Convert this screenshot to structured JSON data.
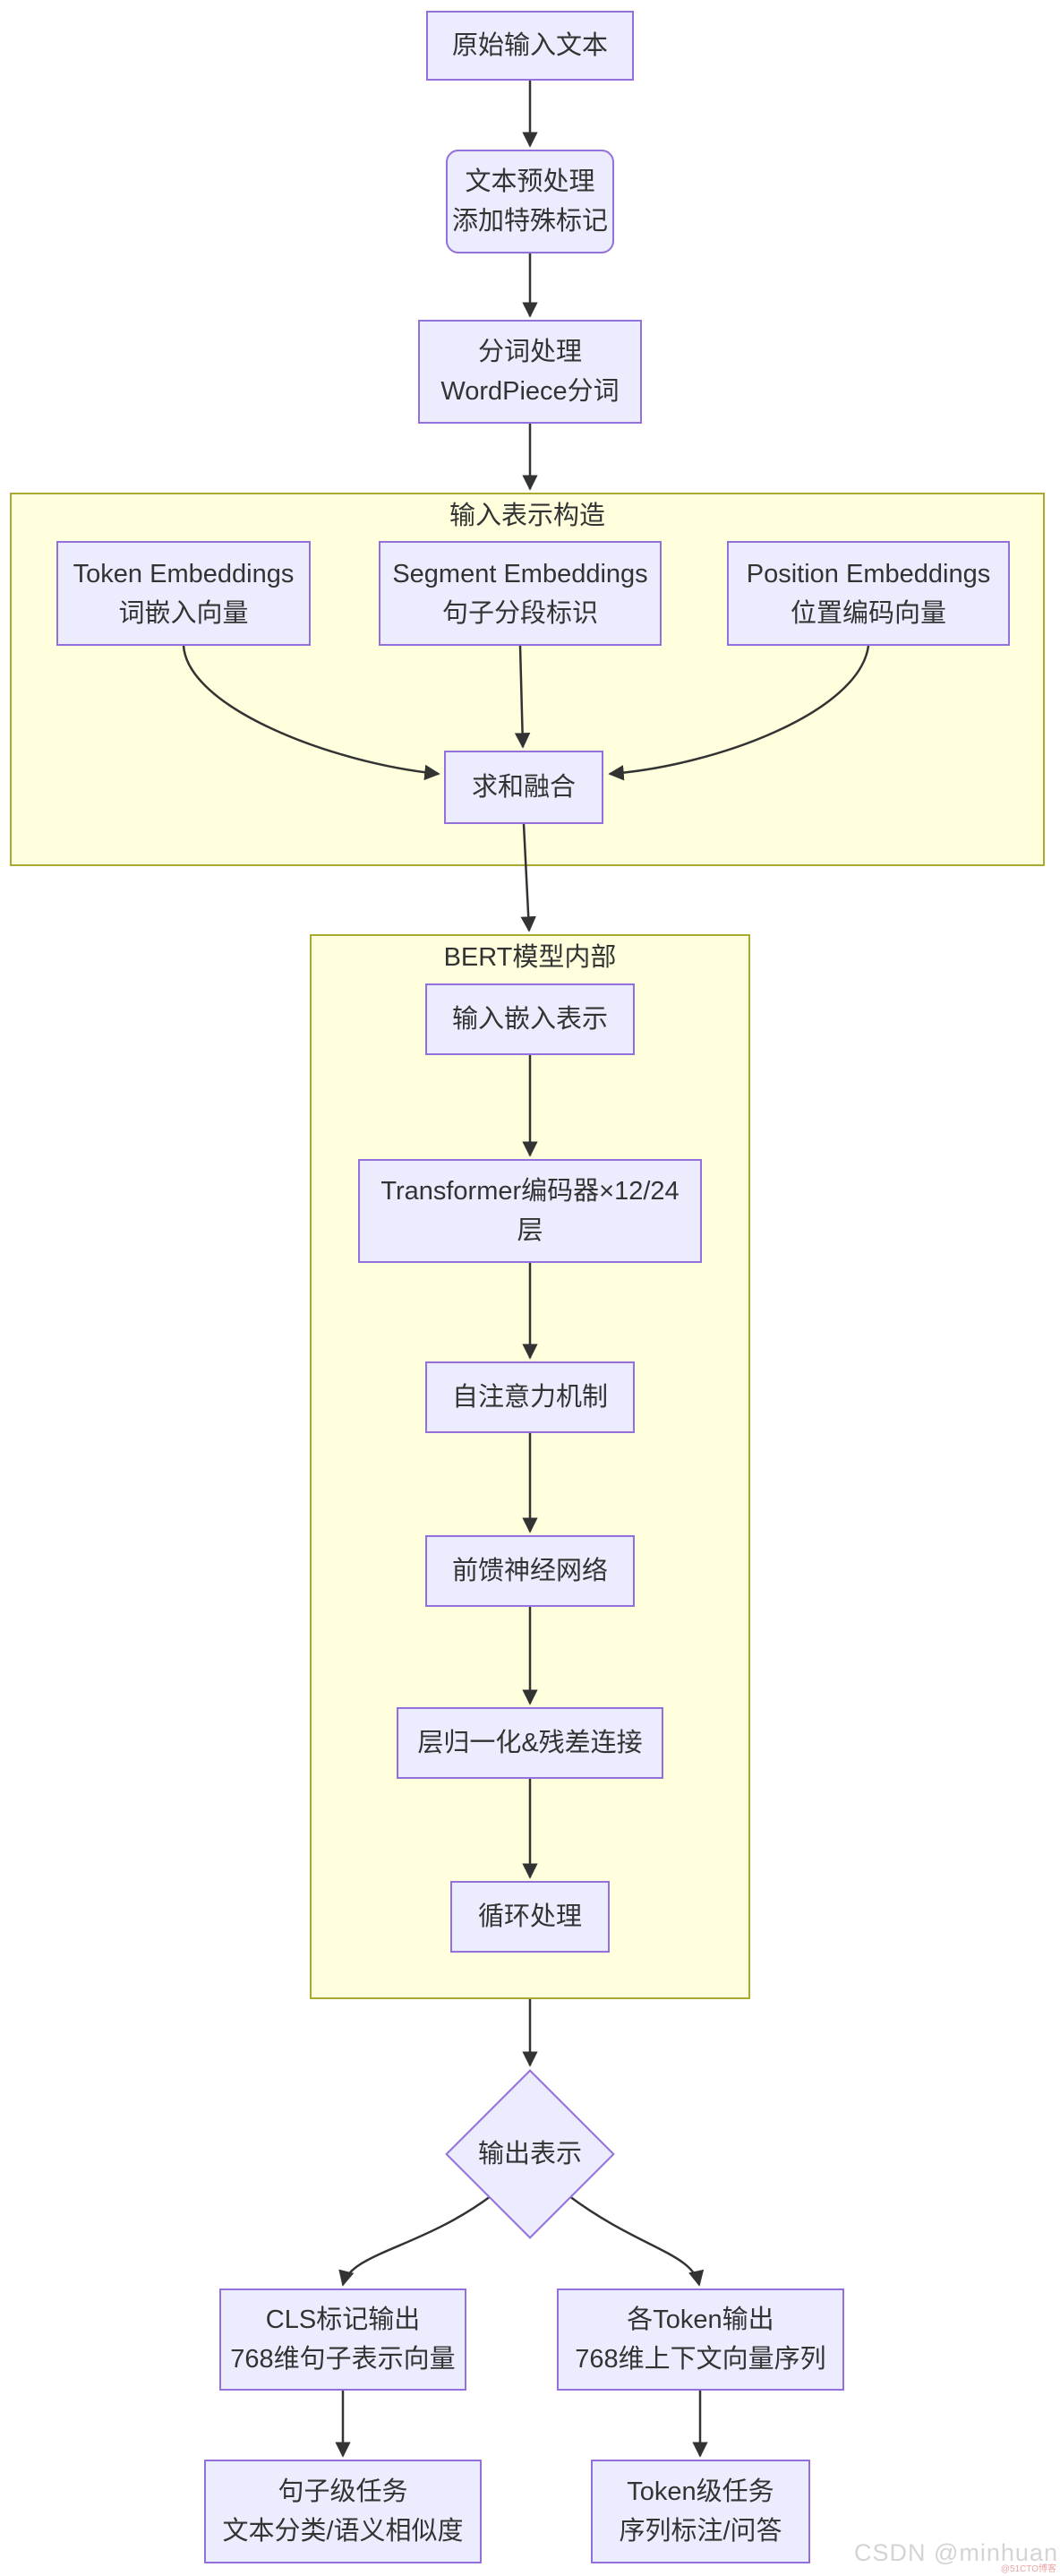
{
  "subgraphs": {
    "input_repr": {
      "title": "输入表示构造"
    },
    "bert_internal": {
      "title": "BERT模型内部"
    }
  },
  "nodes": {
    "raw_input": {
      "label": "原始输入文本"
    },
    "preprocess": {
      "line1": "文本预处理",
      "line2": "添加特殊标记"
    },
    "tokenize": {
      "line1": "分词处理",
      "line2": "WordPiece分词"
    },
    "token_emb": {
      "line1": "Token Embeddings",
      "line2": "词嵌入向量"
    },
    "segment_emb": {
      "line1": "Segment Embeddings",
      "line2": "句子分段标识"
    },
    "position_emb": {
      "line1": "Position Embeddings",
      "line2": "位置编码向量"
    },
    "sum_fusion": {
      "label": "求和融合"
    },
    "input_emb": {
      "label": "输入嵌入表示"
    },
    "transformer": {
      "line1": "Transformer编码器×12/24",
      "line2": "层"
    },
    "self_attention": {
      "label": "自注意力机制"
    },
    "ffn": {
      "label": "前馈神经网络"
    },
    "layernorm": {
      "label": "层归一化&残差连接"
    },
    "loop": {
      "label": "循环处理"
    },
    "output_repr": {
      "label": "输出表示"
    },
    "cls_output": {
      "line1": "CLS标记输出",
      "line2": "768维句子表示向量"
    },
    "token_output": {
      "line1": "各Token输出",
      "line2": "768维上下文向量序列"
    },
    "sentence_task": {
      "line1": "句子级任务",
      "line2": "文本分类/语义相似度"
    },
    "token_task": {
      "line1": "Token级任务",
      "line2": "序列标注/问答"
    }
  },
  "watermark": {
    "text": "CSDN @minhuan",
    "badge": "@51CTO博客"
  },
  "colors": {
    "node_fill": "#ECECFF",
    "node_border": "#9370DB",
    "cluster_fill": "#FFFFDE",
    "cluster_border": "#AAAA33",
    "edge": "#333333",
    "text": "#333333",
    "watermark": "#d4d4d4"
  }
}
